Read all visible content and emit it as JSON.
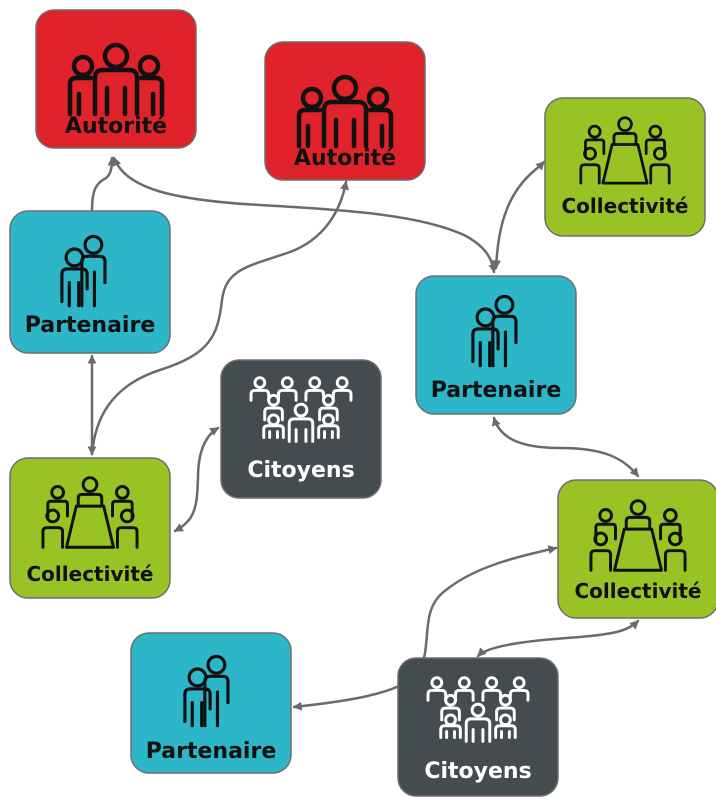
{
  "colors": {
    "autorite": "#e0222a",
    "partenaire": "#2cb6c8",
    "collectivite": "#99c225",
    "citoyens": "#444c50",
    "border": "#6e6e6e",
    "arrow": "#6b6b6b",
    "icon_dark": "#111111",
    "icon_light": "#ffffff"
  },
  "nodes": [
    {
      "id": "autorite-1",
      "type": "autorite",
      "label": "Autorité",
      "icon": "group-icon"
    },
    {
      "id": "autorite-2",
      "type": "autorite",
      "label": "Autorité",
      "icon": "group-icon"
    },
    {
      "id": "collectivite-1",
      "type": "collectivite",
      "label": "Collectivité",
      "icon": "meeting-icon"
    },
    {
      "id": "partenaire-1",
      "type": "partenaire",
      "label": "Partenaire",
      "icon": "pair-icon"
    },
    {
      "id": "partenaire-2",
      "type": "partenaire",
      "label": "Partenaire",
      "icon": "pair-icon"
    },
    {
      "id": "citoyens-1",
      "type": "citoyens",
      "label": "Citoyens",
      "icon": "crowd-icon"
    },
    {
      "id": "collectivite-2",
      "type": "collectivite",
      "label": "Collectivité",
      "icon": "meeting-icon"
    },
    {
      "id": "collectivite-3",
      "type": "collectivite",
      "label": "Collectivité",
      "icon": "meeting-icon"
    },
    {
      "id": "partenaire-3",
      "type": "partenaire",
      "label": "Partenaire",
      "icon": "pair-icon"
    },
    {
      "id": "citoyens-2",
      "type": "citoyens",
      "label": "Citoyens",
      "icon": "crowd-icon"
    }
  ],
  "connections": [
    {
      "from": "partenaire-1",
      "to": "autorite-1",
      "direction": "to"
    },
    {
      "from": "autorite-1",
      "to": "partenaire-2",
      "direction": "both"
    },
    {
      "from": "partenaire-2",
      "to": "collectivite-1",
      "direction": "both"
    },
    {
      "from": "partenaire-1",
      "to": "collectivite-2",
      "direction": "both"
    },
    {
      "from": "collectivite-2",
      "to": "autorite-2",
      "direction": "to"
    },
    {
      "from": "collectivite-2",
      "to": "citoyens-1",
      "direction": "both"
    },
    {
      "from": "partenaire-2",
      "to": "collectivite-3",
      "direction": "both"
    },
    {
      "from": "partenaire-3",
      "to": "collectivite-3",
      "direction": "both"
    },
    {
      "from": "citoyens-2",
      "to": "collectivite-3",
      "direction": "both"
    }
  ]
}
